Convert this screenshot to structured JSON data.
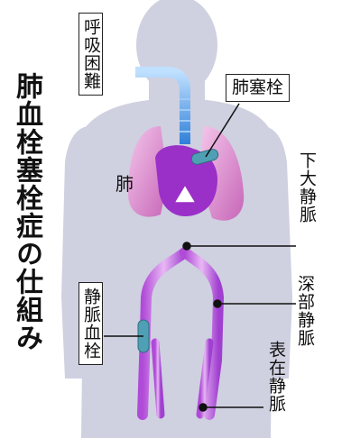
{
  "title": "肺血栓塞栓症の仕組み",
  "labels": {
    "dyspnea": "呼吸困難",
    "pulmonary_embolism": "肺塞栓",
    "lung": "肺",
    "inferior_vena_cava": "下大静脈",
    "venous_thrombus": "静脈血栓",
    "deep_vein": "深部静脈",
    "superficial_vein": "表在静脈"
  },
  "colors": {
    "body_silhouette": "#cfd0e0",
    "lung_pink": "#d98ad0",
    "heart_purple": "#9a30c8",
    "vein_purple": "#a040d0",
    "trachea_blue": "#3a8fe0",
    "thrombus_teal": "#4fa0b4"
  }
}
